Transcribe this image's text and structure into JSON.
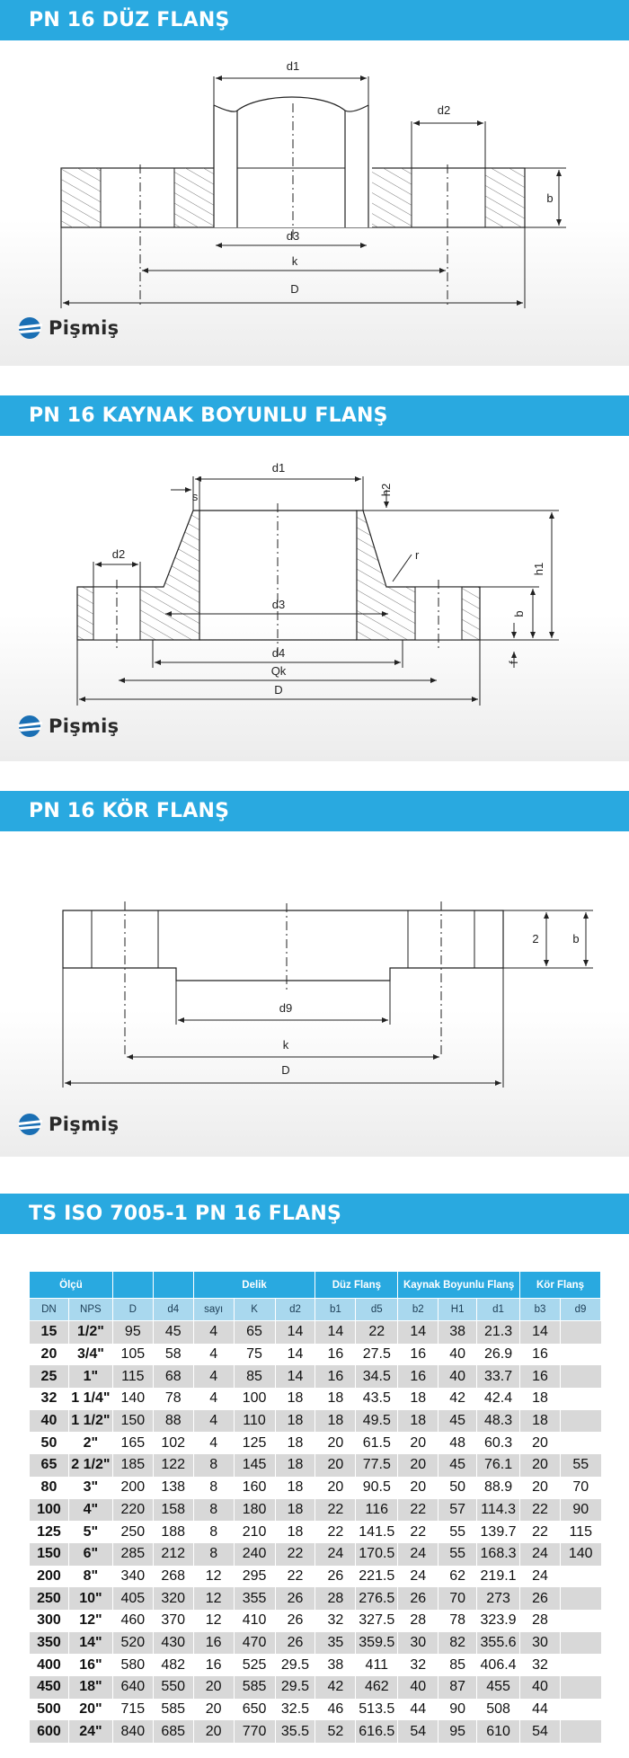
{
  "sections": [
    {
      "title": "PN 16 DÜZ FLANŞ"
    },
    {
      "title": "PN 16 KAYNAK BOYUNLU FLANŞ"
    },
    {
      "title": "PN 16 KÖR FLANŞ"
    },
    {
      "title": "TS ISO 7005-1 PN 16 FLANŞ"
    }
  ],
  "brand": {
    "name": "Pişmiş",
    "color": "#1a6fb4"
  },
  "accent": "#29a9e0",
  "drawing1": {
    "labels": {
      "d1": "d1",
      "d2": "d2",
      "d3": "d3",
      "k": "k",
      "D": "D",
      "b": "b"
    }
  },
  "drawing2": {
    "labels": {
      "d1": "d1",
      "s": "s",
      "h2": "h2",
      "d2": "d2",
      "r": "r",
      "h1": "h1",
      "d3": "d3",
      "b": "b",
      "d4": "d4",
      "Qk": "Qk",
      "D": "D",
      "f": "f"
    }
  },
  "drawing3": {
    "labels": {
      "two": "2",
      "b": "b",
      "d9": "d9",
      "k": "k",
      "D": "D"
    }
  },
  "table": {
    "group_headers": {
      "olcu": "Ölçü",
      "delik": "Delik",
      "duz": "Düz Flanş",
      "kaynak": "Kaynak Boyunlu Flanş",
      "kor": "Kör Flanş"
    },
    "columns": [
      "DN",
      "NPS",
      "D",
      "d4",
      "sayı",
      "K",
      "d2",
      "b1",
      "d5",
      "b2",
      "H1",
      "d1",
      "b3",
      "d9"
    ],
    "rows": [
      [
        "15",
        "1/2\"",
        "95",
        "45",
        "4",
        "65",
        "14",
        "14",
        "22",
        "14",
        "38",
        "21.3",
        "14",
        ""
      ],
      [
        "20",
        "3/4\"",
        "105",
        "58",
        "4",
        "75",
        "14",
        "16",
        "27.5",
        "16",
        "40",
        "26.9",
        "16",
        ""
      ],
      [
        "25",
        "1\"",
        "115",
        "68",
        "4",
        "85",
        "14",
        "16",
        "34.5",
        "16",
        "40",
        "33.7",
        "16",
        ""
      ],
      [
        "32",
        "1 1/4\"",
        "140",
        "78",
        "4",
        "100",
        "18",
        "18",
        "43.5",
        "18",
        "42",
        "42.4",
        "18",
        ""
      ],
      [
        "40",
        "1 1/2\"",
        "150",
        "88",
        "4",
        "110",
        "18",
        "18",
        "49.5",
        "18",
        "45",
        "48.3",
        "18",
        ""
      ],
      [
        "50",
        "2\"",
        "165",
        "102",
        "4",
        "125",
        "18",
        "20",
        "61.5",
        "20",
        "48",
        "60.3",
        "20",
        ""
      ],
      [
        "65",
        "2 1/2\"",
        "185",
        "122",
        "8",
        "145",
        "18",
        "20",
        "77.5",
        "20",
        "45",
        "76.1",
        "20",
        "55"
      ],
      [
        "80",
        "3\"",
        "200",
        "138",
        "8",
        "160",
        "18",
        "20",
        "90.5",
        "20",
        "50",
        "88.9",
        "20",
        "70"
      ],
      [
        "100",
        "4\"",
        "220",
        "158",
        "8",
        "180",
        "18",
        "22",
        "116",
        "22",
        "57",
        "114.3",
        "22",
        "90"
      ],
      [
        "125",
        "5\"",
        "250",
        "188",
        "8",
        "210",
        "18",
        "22",
        "141.5",
        "22",
        "55",
        "139.7",
        "22",
        "115"
      ],
      [
        "150",
        "6\"",
        "285",
        "212",
        "8",
        "240",
        "22",
        "24",
        "170.5",
        "24",
        "55",
        "168.3",
        "24",
        "140"
      ],
      [
        "200",
        "8\"",
        "340",
        "268",
        "12",
        "295",
        "22",
        "26",
        "221.5",
        "24",
        "62",
        "219.1",
        "24",
        ""
      ],
      [
        "250",
        "10\"",
        "405",
        "320",
        "12",
        "355",
        "26",
        "28",
        "276.5",
        "26",
        "70",
        "273",
        "26",
        ""
      ],
      [
        "300",
        "12\"",
        "460",
        "370",
        "12",
        "410",
        "26",
        "32",
        "327.5",
        "28",
        "78",
        "323.9",
        "28",
        ""
      ],
      [
        "350",
        "14\"",
        "520",
        "430",
        "16",
        "470",
        "26",
        "35",
        "359.5",
        "30",
        "82",
        "355.6",
        "30",
        ""
      ],
      [
        "400",
        "16\"",
        "580",
        "482",
        "16",
        "525",
        "29.5",
        "38",
        "411",
        "32",
        "85",
        "406.4",
        "32",
        ""
      ],
      [
        "450",
        "18\"",
        "640",
        "550",
        "20",
        "585",
        "29.5",
        "42",
        "462",
        "40",
        "87",
        "455",
        "40",
        ""
      ],
      [
        "500",
        "20\"",
        "715",
        "585",
        "20",
        "650",
        "32.5",
        "46",
        "513.5",
        "44",
        "90",
        "508",
        "44",
        ""
      ],
      [
        "600",
        "24\"",
        "840",
        "685",
        "20",
        "770",
        "35.5",
        "52",
        "616.5",
        "54",
        "95",
        "610",
        "54",
        ""
      ]
    ]
  }
}
